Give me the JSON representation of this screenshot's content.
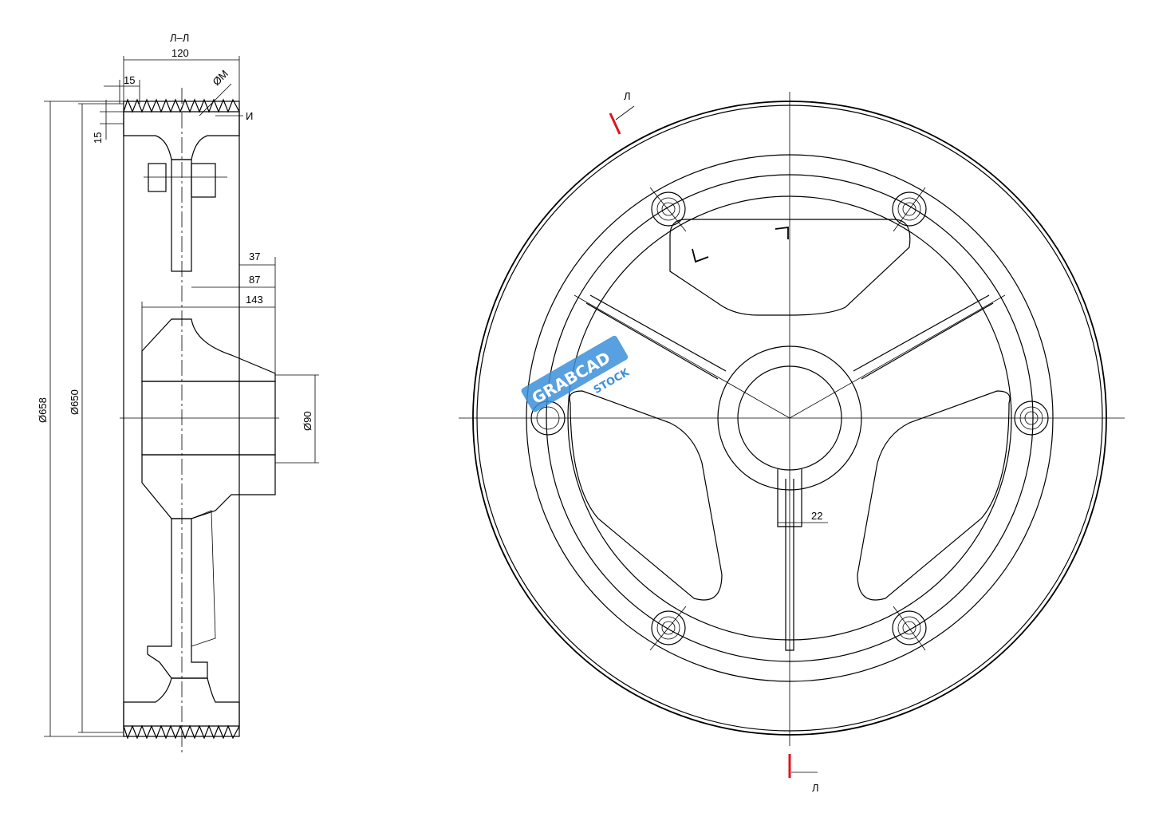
{
  "section_view": {
    "title": "Л–Л",
    "dims": {
      "width_total": "120",
      "groove_pitch": "15",
      "groove_depth": "15",
      "groove_dia": "ØМ",
      "groove_label": "И",
      "outer_dia": "Ø658",
      "pitch_dia": "Ø650",
      "hub_offset_1": "37",
      "hub_offset_2": "87",
      "hub_length": "143",
      "bore_dia": "Ø90"
    }
  },
  "front_view": {
    "section_mark_top": "Л",
    "section_mark_bottom": "Л",
    "keyway_width": "22"
  },
  "watermark": {
    "brand": "GRABCAD",
    "sub": "STOCK"
  },
  "colors": {
    "line": "#000000",
    "section_marker": "#e0141e",
    "watermark": "#3b8fd9"
  }
}
